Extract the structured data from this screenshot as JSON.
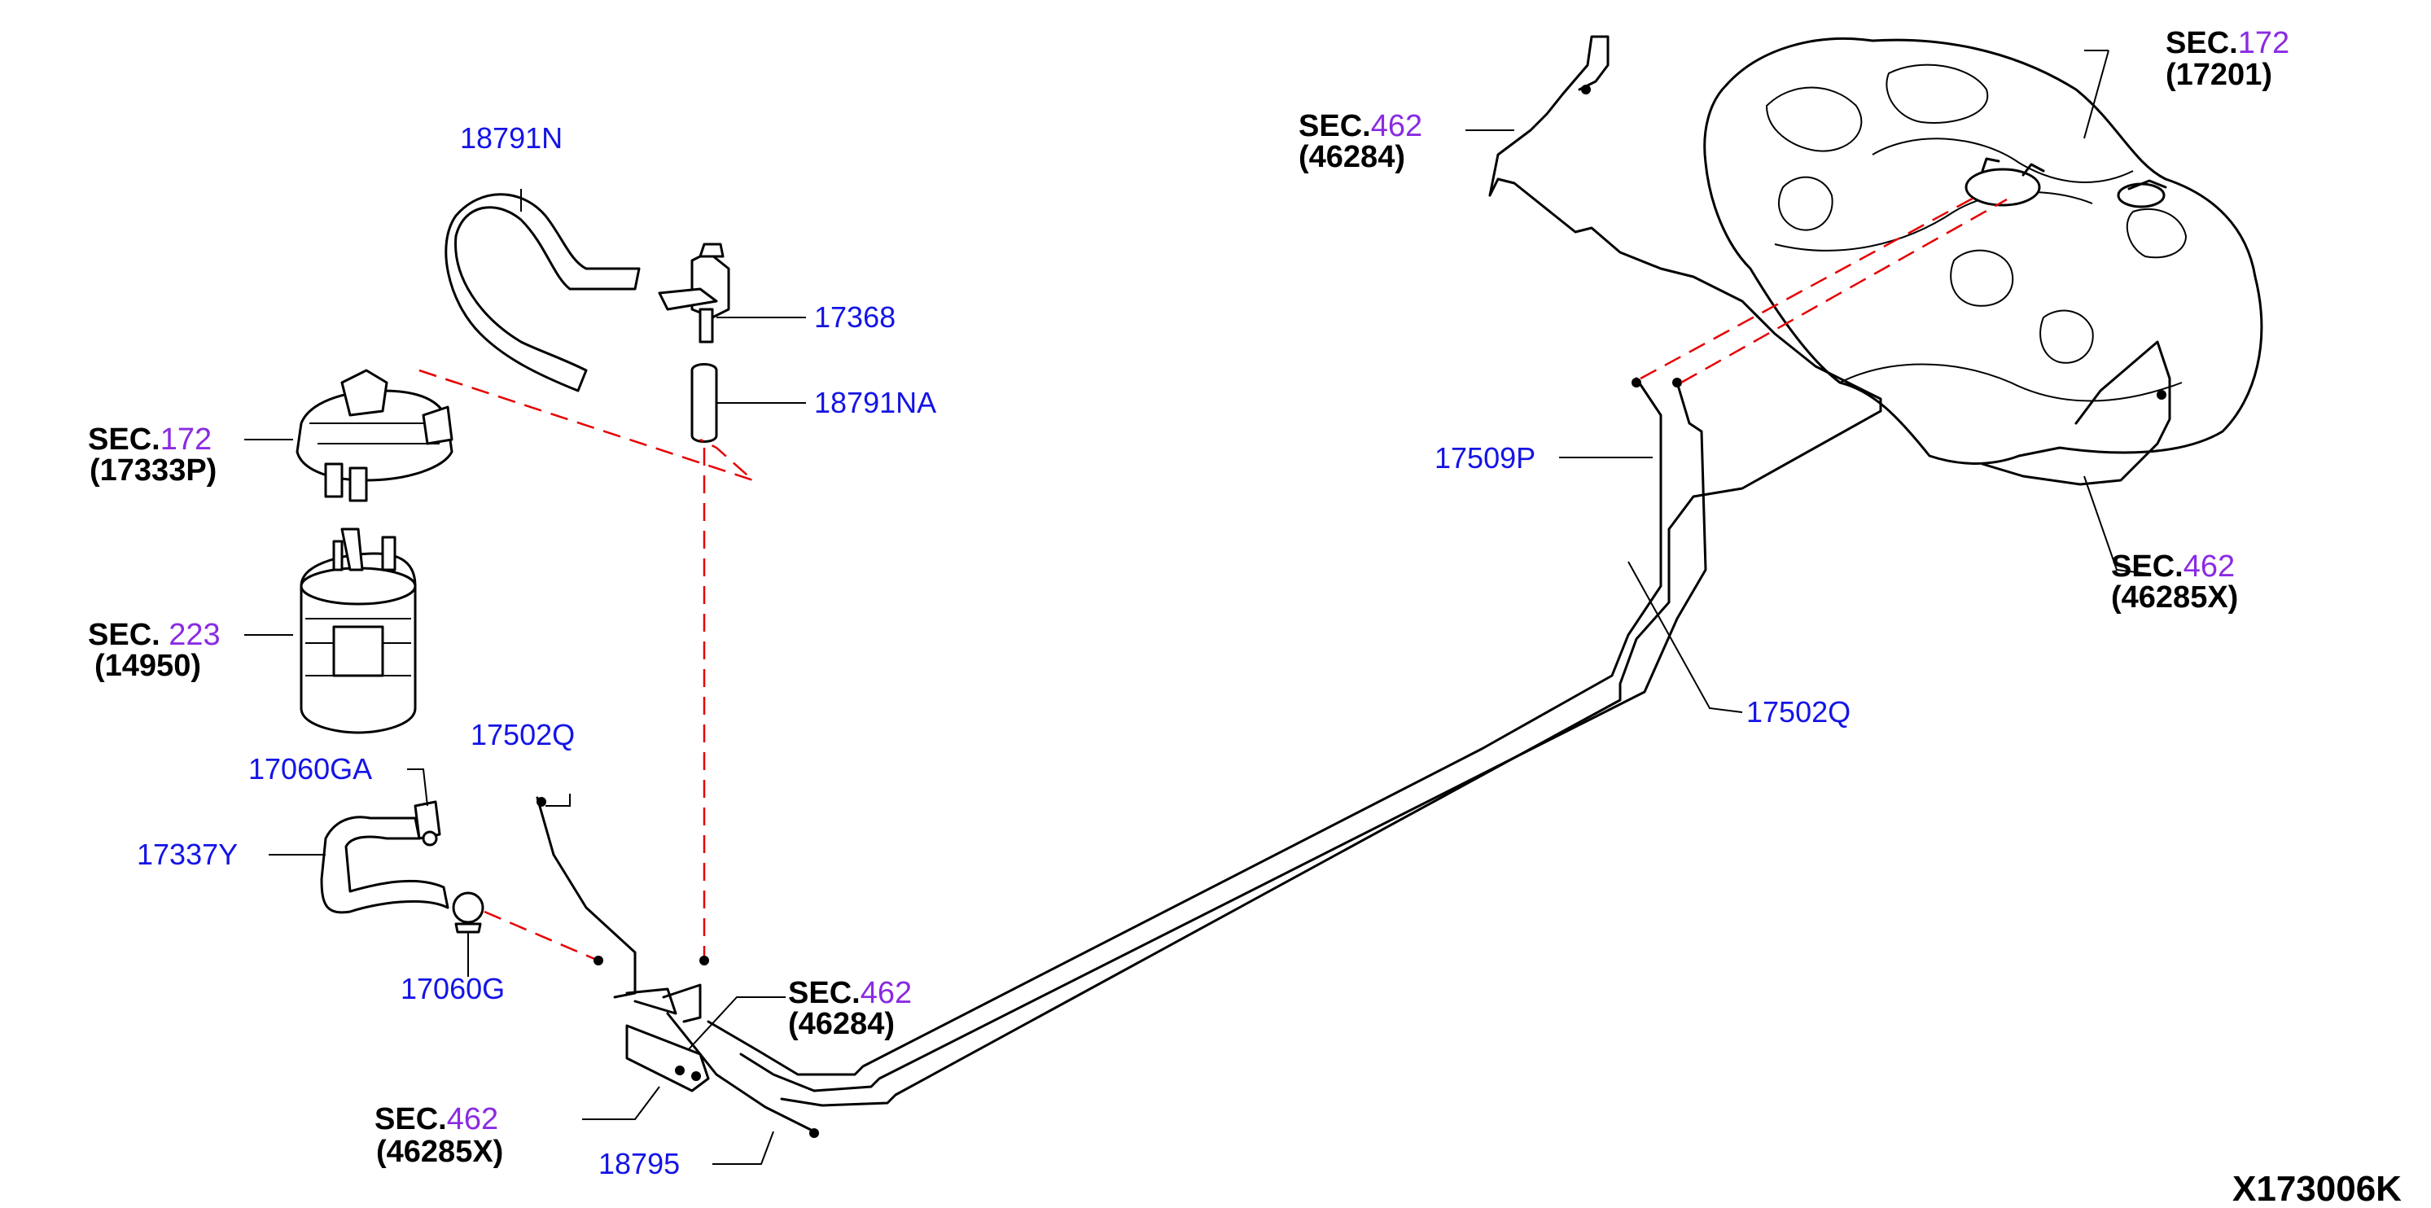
{
  "parts": {
    "p18791N": "18791N",
    "p17368": "17368",
    "p18791NA": "18791NA",
    "p17509P": "17509P",
    "p17502Q_left": "17502Q",
    "p17502Q_right": "17502Q",
    "p17060GA": "17060GA",
    "p17337Y": "17337Y",
    "p17060G": "17060G",
    "p18795": "18795"
  },
  "sections": {
    "sec_tank": {
      "prefix": "SEC.",
      "num": "172",
      "code": "(17201)"
    },
    "sec_top": {
      "prefix": "SEC.",
      "num": "462",
      "code": "(46284)"
    },
    "sec_right": {
      "prefix": "SEC.",
      "num": "462",
      "code": "(46285X)"
    },
    "sec_pump": {
      "prefix": "SEC.",
      "num": "172",
      "code": "(17333P)"
    },
    "sec_canister": {
      "prefix": "SEC.",
      "num": "223",
      "code": "(14950)"
    },
    "sec_mid": {
      "prefix": "SEC.",
      "num": "462",
      "code": "(46284)"
    },
    "sec_bottom": {
      "prefix": "SEC.",
      "num": "462",
      "code": "(46285X)"
    }
  },
  "drawing_id": "X173006K"
}
